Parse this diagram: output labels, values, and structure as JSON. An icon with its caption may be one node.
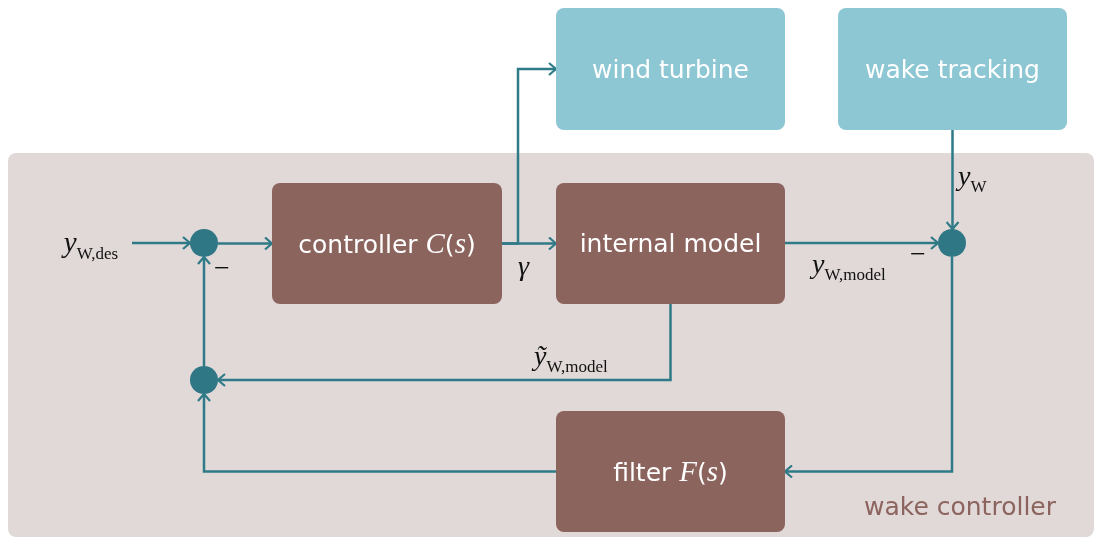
{
  "diagram": {
    "nodes": [
      {
        "text": [
          "wake controller"
        ]
      },
      {
        "text": [
          "wind turbine"
        ]
      },
      {
        "text": [
          "wake tracking"
        ]
      },
      {
        "text": [
          "*y*$_{W,des}$"
        ],
        "in": 0
      },
      {
        "text": [],
        "shape": "circle",
        "in": 0
      },
      {
        "text": [
          "controller *C*(*s*)"
        ],
        "in": 0
      },
      {
        "text": [
          "internal model"
        ],
        "in": 0
      },
      {
        "text": [],
        "shape": "circle",
        "in": 0
      },
      {
        "text": [],
        "shape": "circle",
        "in": 0
      },
      {
        "text": [
          "filter *F*(*s*)"
        ],
        "in": 0
      }
    ],
    "edges": [
      {
        "from": 3,
        "to": 4,
        "arrow": "to"
      },
      {
        "from": 4,
        "to": 5,
        "arrow": "to"
      },
      {
        "from": 5,
        "to": 6,
        "arrow": "to",
        "label": "*γ*"
      },
      {
        "from": 5,
        "to": 1,
        "arrow": "to"
      },
      {
        "from": 6,
        "to": 7,
        "arrow": "to",
        "label": "*y*$_{W,model}$"
      },
      {
        "from": 2,
        "to": 7,
        "arrow": "to",
        "label": "*y*$_{W}$"
      },
      {
        "from": 6,
        "to": 8,
        "arrow": "to",
        "label": "*ỹ*$_{W,model}$"
      },
      {
        "from": 7,
        "to": 9,
        "arrow": "to"
      },
      {
        "from": 9,
        "to": 8,
        "arrow": "to"
      },
      {
        "from": 8,
        "to": 4,
        "arrow": "to"
      }
    ],
    "labels": [
      "−",
      "−"
    ]
  }
}
